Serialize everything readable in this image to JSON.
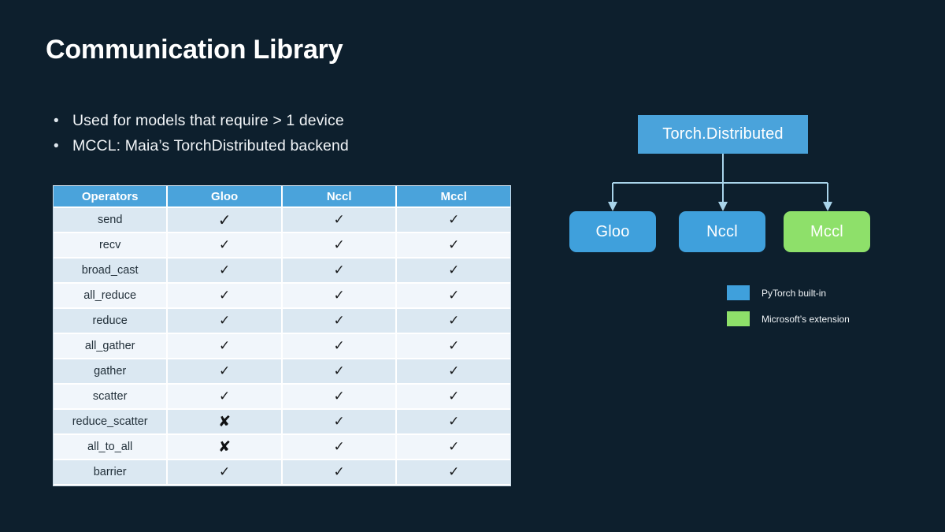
{
  "slide": {
    "title": "Communication Library",
    "background_color": "#0d1f2d"
  },
  "bullets": [
    {
      "marker": "•",
      "text": "Used for models that require > 1 device"
    },
    {
      "marker": "•",
      "text": "MCCL: Maia’s TorchDistributed backend"
    }
  ],
  "table": {
    "headers": [
      "Operators",
      "Gloo",
      "Nccl",
      "Mccl"
    ],
    "header_color": "#4aa3db",
    "row_color_a": "#dbe8f2",
    "row_color_b": "#f1f6fb",
    "check_glyph": "✓",
    "cross_glyph": "✘",
    "rows": [
      {
        "operator": "send",
        "gloo": "✓",
        "nccl": "✓",
        "mccl": "✓"
      },
      {
        "operator": "recv",
        "gloo": "✓",
        "nccl": "✓",
        "mccl": "✓"
      },
      {
        "operator": "broad_cast",
        "gloo": "✓",
        "nccl": "✓",
        "mccl": "✓"
      },
      {
        "operator": "all_reduce",
        "gloo": "✓",
        "nccl": "✓",
        "mccl": "✓"
      },
      {
        "operator": "reduce",
        "gloo": "✓",
        "nccl": "✓",
        "mccl": "✓"
      },
      {
        "operator": "all_gather",
        "gloo": "✓",
        "nccl": "✓",
        "mccl": "✓"
      },
      {
        "operator": "gather",
        "gloo": "✓",
        "nccl": "✓",
        "mccl": "✓"
      },
      {
        "operator": "scatter",
        "gloo": "✓",
        "nccl": "✓",
        "mccl": "✓"
      },
      {
        "operator": "reduce_scatter",
        "gloo": "✘",
        "nccl": "✓",
        "mccl": "✓"
      },
      {
        "operator": "all_to_all",
        "gloo": "✘",
        "nccl": "✓",
        "mccl": "✓"
      },
      {
        "operator": "barrier",
        "gloo": "✓",
        "nccl": "✓",
        "mccl": "✓"
      }
    ]
  },
  "diagram": {
    "root": {
      "label": "Torch.Distributed",
      "color": "#4aa3db"
    },
    "children": [
      {
        "label": "Gloo",
        "color": "#3fa0dc"
      },
      {
        "label": "Nccl",
        "color": "#3fa0dc"
      },
      {
        "label": "Mccl",
        "color": "#8ee06a"
      }
    ],
    "connector_color": "#a9d4ea"
  },
  "legend": {
    "items": [
      {
        "label": "PyTorch built-in",
        "color": "#3fa0dc"
      },
      {
        "label": "Microsoft’s extension",
        "color": "#8ee06a"
      }
    ]
  }
}
